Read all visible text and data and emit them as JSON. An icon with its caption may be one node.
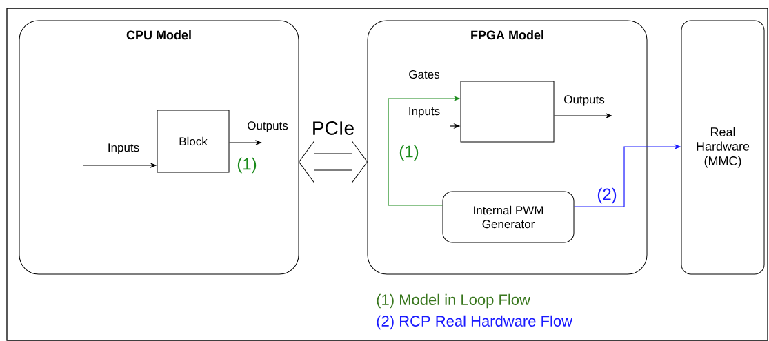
{
  "diagram": {
    "nodes": [
      {
        "text": [
          "CPU Model"
        ]
      },
      {
        "text": [
          "Block"
        ],
        "in": 0
      },
      {
        "text": [
          "FPGA Model"
        ]
      },
      {
        "text": [],
        "shape": "box",
        "in": 2
      },
      {
        "text": [
          "Internal PWM Generator"
        ],
        "in": 2
      },
      {
        "text": [
          "Real Hardware (MMC)"
        ]
      }
    ],
    "edges": [
      {
        "from": null,
        "to": 1,
        "arrow": "to",
        "label": "Inputs"
      },
      {
        "from": 1,
        "to": null,
        "arrow": "to",
        "label": "Outputs"
      },
      {
        "from": 0,
        "to": 2,
        "arrow": "both",
        "label": "PCIe"
      },
      {
        "from": 4,
        "to": 3,
        "arrow": "to",
        "label": "(1)",
        "color": "#1a8a1a"
      },
      {
        "from": null,
        "to": 3,
        "arrow": "to",
        "label": "Inputs"
      },
      {
        "from": 3,
        "to": null,
        "arrow": "to",
        "label": "Outputs"
      },
      {
        "from": 4,
        "to": 5,
        "arrow": "to",
        "label": "(2)",
        "color": "#1a1aff"
      }
    ],
    "labels": [
      "Gates",
      "(1)",
      "(1) Model in Loop Flow",
      "(2) RCP Real Hardware Flow"
    ]
  }
}
